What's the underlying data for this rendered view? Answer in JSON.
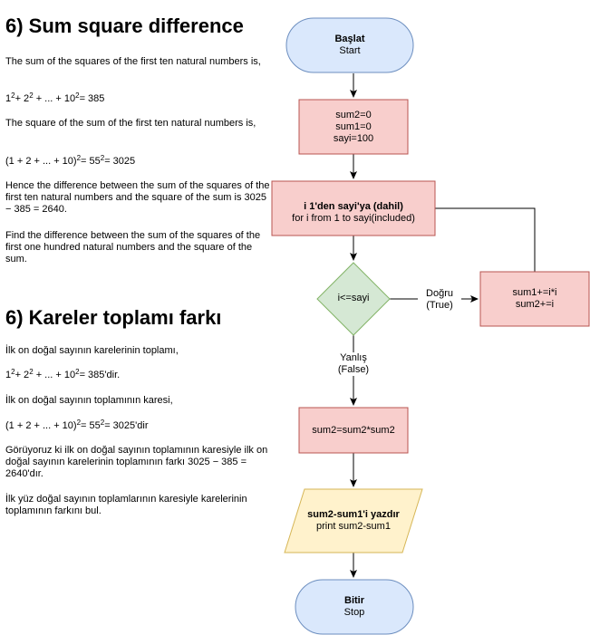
{
  "english": {
    "title": "6) Sum square difference",
    "p1": "The sum of the squares of the first ten natural numbers is,",
    "eq1": {
      "b1": "1",
      "e1": "2",
      "m1": "+ 2",
      "e2": "2",
      "m2": "+ ... + 10",
      "e3": "2",
      "end": "= 385"
    },
    "p2": "The square of the sum of the first ten natural numbers is,",
    "eq2": {
      "start": "(1 + 2 + ... + 10)",
      "e1": "2",
      "mid": "= 55",
      "e2": "2",
      "end": "= 3025"
    },
    "p3": "Hence the difference between the sum of the squares of the first ten natural numbers and the square of the sum is 3025 − 385 = 2640.",
    "p4": "Find the difference between the sum of the squares of the first one hundred natural numbers and the square of the sum."
  },
  "turkish": {
    "title": "6) Kareler toplamı farkı",
    "p1": "İlk on doğal sayının karelerinin toplamı,",
    "eq1": {
      "b1": "1",
      "e1": "2",
      "m1": "+ 2",
      "e2": "2",
      "m2": "+ ... + 10",
      "e3": "2",
      "end": "= 385'dir."
    },
    "p2": "İlk on doğal sayının toplamının karesi,",
    "eq2": {
      "start": "(1 + 2 + ... + 10)",
      "e1": "2",
      "mid": "= 55",
      "e2": "2",
      "end": "= 3025'dir"
    },
    "p3": "Görüyoruz ki ilk on doğal sayının toplamının karesiyle ilk on doğal sayının karelerinin toplamının farkı 3025 − 385 = 2640'dır.",
    "p4": "İlk yüz doğal sayının toplamlarının karesiyle karelerinin toplamının farkını bul."
  },
  "flowchart": {
    "start": {
      "title": "Başlat",
      "subtitle": "Start"
    },
    "init": {
      "line1": "sum2=0",
      "line2": "sum1=0",
      "line3": "sayi=100"
    },
    "loop": {
      "title": "i 1'den sayi'ya (dahil)",
      "subtitle": "for i from 1 to sayi(included)"
    },
    "decision": {
      "label": "i<=sayi"
    },
    "body": {
      "line1": "sum1+=i*i",
      "line2": "sum2+=i"
    },
    "square": {
      "label": "sum2=sum2*sum2"
    },
    "output": {
      "title": "sum2-sum1'i yazdır",
      "subtitle": "print sum2-sum1"
    },
    "stop": {
      "title": "Bitir",
      "subtitle": "Stop"
    },
    "edge_true": {
      "line1": "Doğru",
      "line2": "(True)"
    },
    "edge_false": {
      "line1": "Yanlış",
      "line2": "(False)"
    }
  },
  "colors": {
    "terminal_fill": "#dae8fc",
    "terminal_stroke": "#6c8ebf",
    "process_fill": "#f8cecc",
    "process_stroke": "#b85450",
    "decision_fill": "#d5e8d4",
    "decision_stroke": "#82b366",
    "io_fill": "#fff2cc",
    "io_stroke": "#d6b656"
  }
}
